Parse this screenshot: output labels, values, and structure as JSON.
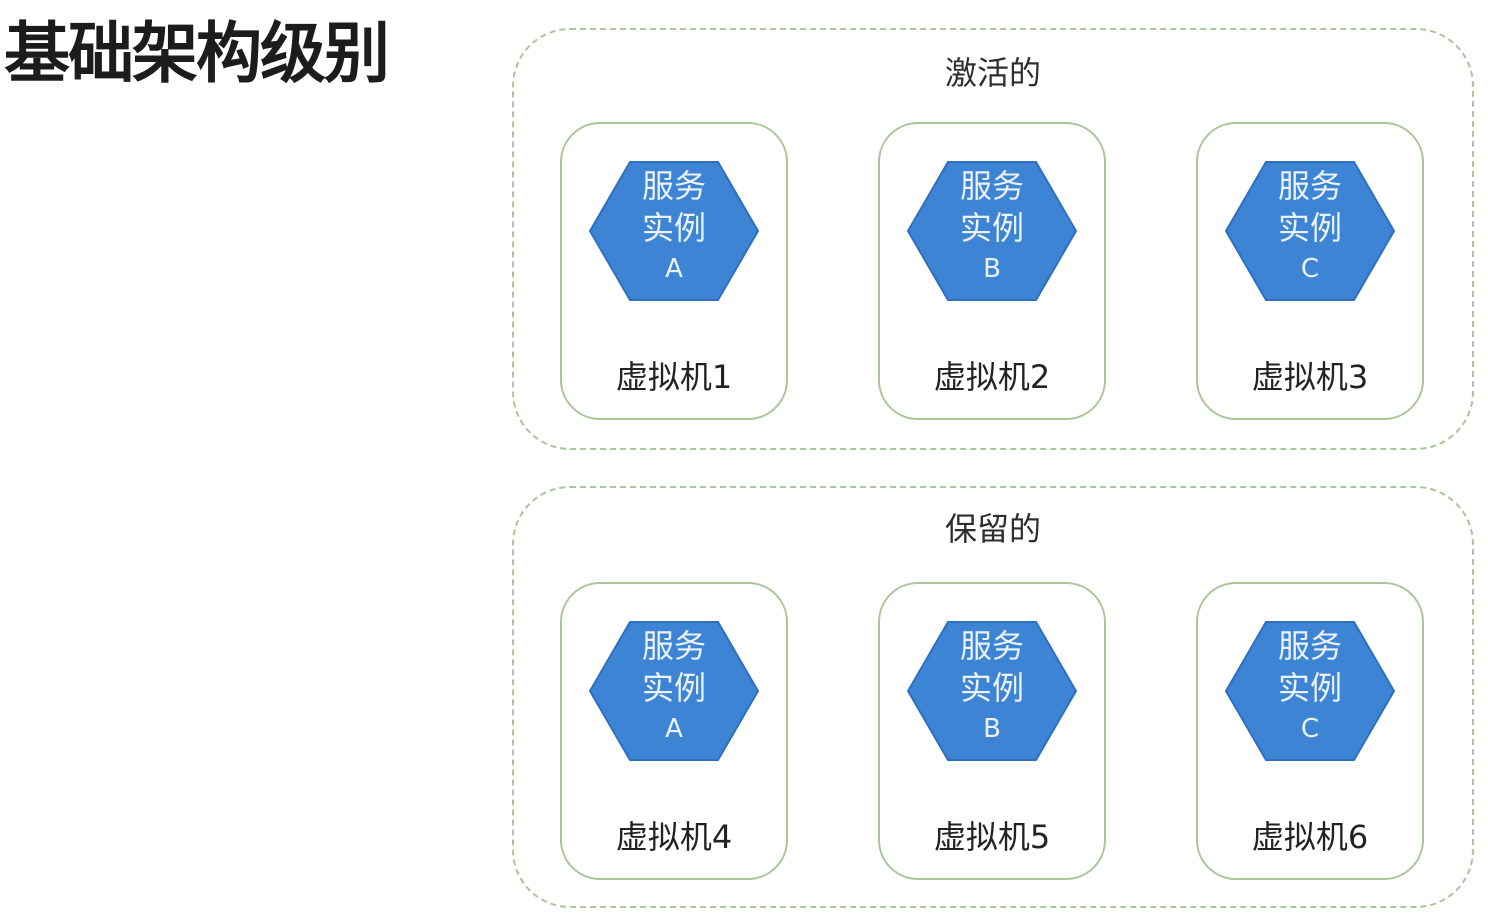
{
  "title": "基础架构级别",
  "groups": [
    {
      "label": "激活的",
      "vms": [
        {
          "line1": "服务",
          "line2": "实例",
          "letter": "A",
          "label": "虚拟机1"
        },
        {
          "line1": "服务",
          "line2": "实例",
          "letter": "B",
          "label": "虚拟机2"
        },
        {
          "line1": "服务",
          "line2": "实例",
          "letter": "C",
          "label": "虚拟机3"
        }
      ]
    },
    {
      "label": "保留的",
      "vms": [
        {
          "line1": "服务",
          "line2": "实例",
          "letter": "A",
          "label": "虚拟机4"
        },
        {
          "line1": "服务",
          "line2": "实例",
          "letter": "B",
          "label": "虚拟机5"
        },
        {
          "line1": "服务",
          "line2": "实例",
          "letter": "C",
          "label": "虚拟机6"
        }
      ]
    }
  ],
  "colors": {
    "hexagon": "#3d84d4",
    "hexagon_dark": "#2f6fbe",
    "border": "#a9c79a"
  }
}
